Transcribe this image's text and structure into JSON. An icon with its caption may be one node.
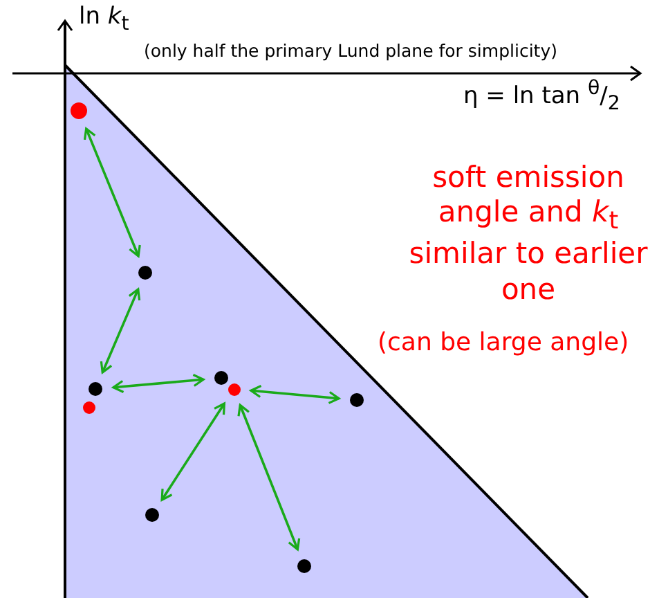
{
  "diagram": {
    "nodes": [
      {
        "text": [],
        "shape": "circle"
      },
      {
        "text": [],
        "shape": "circle"
      },
      {
        "text": [],
        "shape": "circle"
      },
      {
        "text": [],
        "shape": "circle"
      },
      {
        "text": [],
        "shape": "circle"
      },
      {
        "text": [],
        "shape": "circle"
      },
      {
        "text": [],
        "shape": "circle"
      },
      {
        "text": [],
        "shape": "circle"
      },
      {
        "text": [],
        "shape": "circle"
      }
    ],
    "edges": [
      {
        "from": 0,
        "to": 1,
        "arrow": "both"
      },
      {
        "from": 1,
        "to": 2,
        "arrow": "both"
      },
      {
        "from": 2,
        "to": 4,
        "arrow": "both"
      },
      {
        "from": 5,
        "to": 6,
        "arrow": "both"
      },
      {
        "from": 5,
        "to": 7,
        "arrow": "both"
      },
      {
        "from": 5,
        "to": 8,
        "arrow": "both"
      }
    ],
    "labels": [
      "ln *k*$_{t}$",
      "(only half the primary Lund plane for simplicity)",
      "η = ln tan $^{θ}$/$_{2}$",
      "soft emission angle and *k*$_{t}$ similar to earlier one",
      "(can be large angle)"
    ]
  }
}
